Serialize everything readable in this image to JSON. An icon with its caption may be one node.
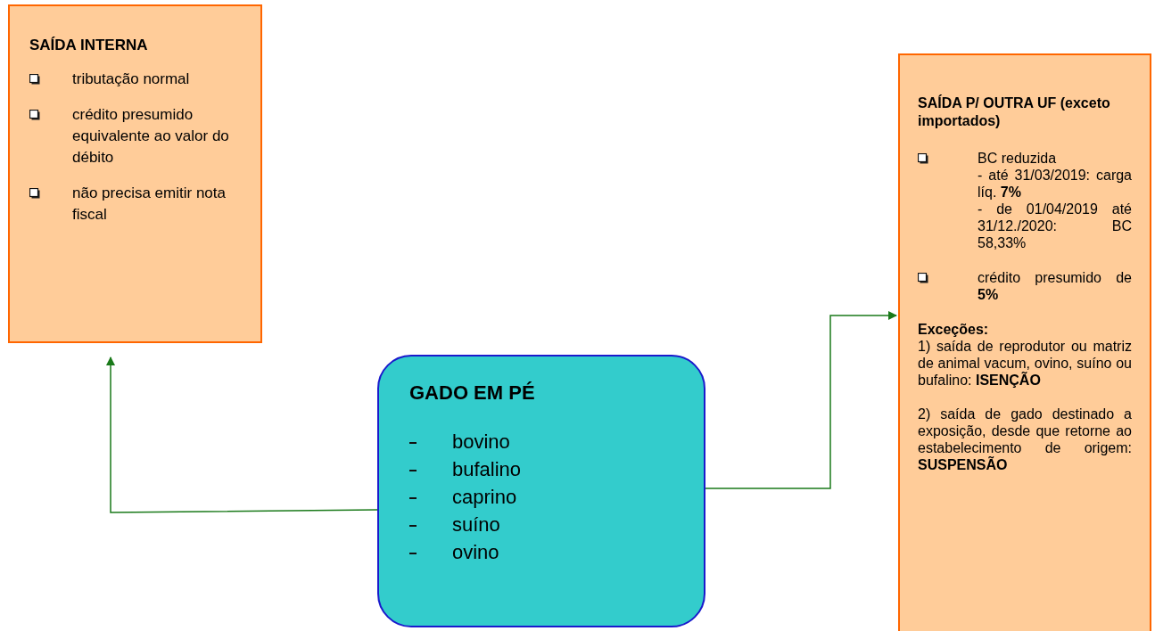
{
  "diagram": {
    "nodes": [
      {
        "text": [
          "SAÍDA INTERNA",
          "tributação normal",
          "crédito presumido equivalente ao valor do débito",
          "não precisa emitir nota fiscal"
        ]
      },
      {
        "text": [
          "GADO EM PÉ",
          "bovino",
          "bufalino",
          "caprino",
          "suíno",
          "ovino"
        ]
      },
      {
        "text": [
          "SAÍDA P/ OUTRA UF (exceto importados)",
          "BC reduzida",
          "- até 31/03/2019: carga líq. **7%**",
          "- de 01/04/2019 até 31/12./2020: BC 58,33%",
          "crédito presumido de **5%**",
          "Exceções:",
          "1) saída de reprodutor ou matriz de animal vacum, ovino, suíno ou bufalino: **ISENÇÃO**",
          "2) saída de gado destinado a exposição, desde que retorne ao estabelecimento de origem: **SUSPENSÃO**"
        ]
      }
    ],
    "edges": [
      {
        "from": 1,
        "to": 0,
        "arrow": "to"
      },
      {
        "from": 1,
        "to": 2,
        "arrow": "to"
      }
    ]
  }
}
